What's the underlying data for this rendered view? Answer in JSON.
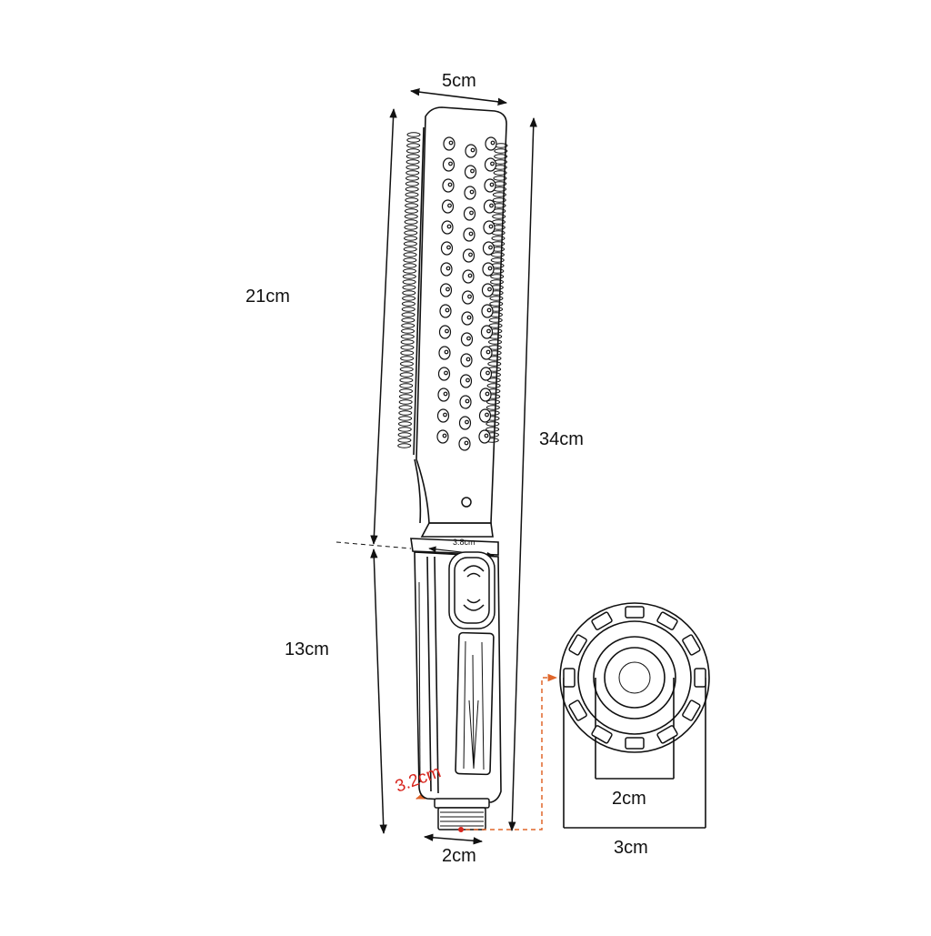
{
  "dimensions": {
    "width_label": "5cm",
    "head_length_label": "21cm",
    "total_length_label": "34cm",
    "handle_length_label": "13cm",
    "handle_width_label": "3.8cm",
    "base_width_label": "3.2cm",
    "connector_width_label": "2cm",
    "inner_diameter_label": "2cm",
    "outer_diameter_label": "3cm"
  },
  "colors": {
    "line": "#111111",
    "accent": "#d8261e",
    "accent_dashed": "#e0662a"
  },
  "icons": {
    "button_icon": "wifi-wave-icon"
  }
}
